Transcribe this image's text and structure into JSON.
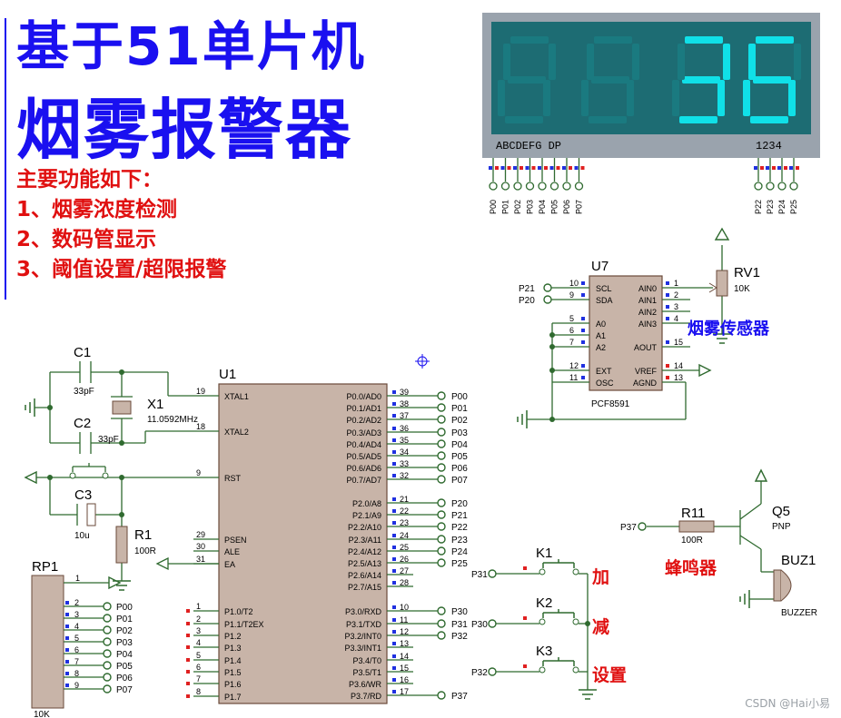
{
  "title": {
    "line1": "基于51单片机",
    "line2": "烟雾报警器"
  },
  "features": {
    "heading": "主要功能如下：",
    "items": [
      "1、烟雾浓度检测",
      "2、数码管显示",
      "3、阈值设置/超限报警"
    ]
  },
  "display": {
    "digits": [
      "",
      "",
      "3",
      "6"
    ],
    "segment_label": "ABCDEFG DP",
    "digit_label": "1234",
    "segment_pins": [
      "P00",
      "P01",
      "P02",
      "P03",
      "P04",
      "P05",
      "P06",
      "P07"
    ],
    "digit_pins": [
      "P22",
      "P23",
      "P24",
      "P25"
    ],
    "color_on": "#10e0e8",
    "color_off": "#1a7a80",
    "bg": "#1d6c73"
  },
  "adc": {
    "ref": "U7",
    "part": "PCF8591",
    "left_pins": [
      {
        "num": "10",
        "name": "SCL",
        "net": "P21"
      },
      {
        "num": "9",
        "name": "SDA",
        "net": "P20"
      },
      {
        "num": "5",
        "name": "A0",
        "net": ""
      },
      {
        "num": "6",
        "name": "A1",
        "net": ""
      },
      {
        "num": "7",
        "name": "A2",
        "net": ""
      },
      {
        "num": "12",
        "name": "EXT",
        "net": ""
      },
      {
        "num": "11",
        "name": "OSC",
        "net": ""
      }
    ],
    "right_pins": [
      {
        "num": "1",
        "name": "AIN0"
      },
      {
        "num": "2",
        "name": "AIN1"
      },
      {
        "num": "3",
        "name": "AIN2"
      },
      {
        "num": "4",
        "name": "AIN3"
      },
      {
        "num": "15",
        "name": "AOUT"
      },
      {
        "num": "14",
        "name": "VREF"
      },
      {
        "num": "13",
        "name": "AGND"
      }
    ]
  },
  "pot": {
    "ref": "RV1",
    "value": "10K",
    "caption": "烟雾传感器"
  },
  "mcu": {
    "ref": "U1",
    "left_pins": [
      {
        "num": "19",
        "name": "XTAL1"
      },
      {
        "num": "18",
        "name": "XTAL2"
      },
      {
        "num": "9",
        "name": "RST"
      },
      {
        "num": "29",
        "name": "PSEN"
      },
      {
        "num": "30",
        "name": "ALE"
      },
      {
        "num": "31",
        "name": "EA"
      },
      {
        "num": "1",
        "name": "P1.0/T2"
      },
      {
        "num": "2",
        "name": "P1.1/T2EX"
      },
      {
        "num": "3",
        "name": "P1.2"
      },
      {
        "num": "4",
        "name": "P1.3"
      },
      {
        "num": "5",
        "name": "P1.4"
      },
      {
        "num": "6",
        "name": "P1.5"
      },
      {
        "num": "7",
        "name": "P1.6"
      },
      {
        "num": "8",
        "name": "P1.7"
      }
    ],
    "right_pins_p0": [
      {
        "num": "39",
        "name": "P0.0/AD0",
        "net": "P00"
      },
      {
        "num": "38",
        "name": "P0.1/AD1",
        "net": "P01"
      },
      {
        "num": "37",
        "name": "P0.2/AD2",
        "net": "P02"
      },
      {
        "num": "36",
        "name": "P0.3/AD3",
        "net": "P03"
      },
      {
        "num": "35",
        "name": "P0.4/AD4",
        "net": "P04"
      },
      {
        "num": "34",
        "name": "P0.5/AD5",
        "net": "P05"
      },
      {
        "num": "33",
        "name": "P0.6/AD6",
        "net": "P06"
      },
      {
        "num": "32",
        "name": "P0.7/AD7",
        "net": "P07"
      }
    ],
    "right_pins_p2": [
      {
        "num": "21",
        "name": "P2.0/A8",
        "net": "P20"
      },
      {
        "num": "22",
        "name": "P2.1/A9",
        "net": "P21"
      },
      {
        "num": "23",
        "name": "P2.2/A10",
        "net": "P22"
      },
      {
        "num": "24",
        "name": "P2.3/A11",
        "net": "P23"
      },
      {
        "num": "25",
        "name": "P2.4/A12",
        "net": "P24"
      },
      {
        "num": "26",
        "name": "P2.5/A13",
        "net": "P25"
      },
      {
        "num": "27",
        "name": "P2.6/A14",
        "net": ""
      },
      {
        "num": "28",
        "name": "P2.7/A15",
        "net": ""
      }
    ],
    "right_pins_p3": [
      {
        "num": "10",
        "name": "P3.0/RXD",
        "net": "P30"
      },
      {
        "num": "11",
        "name": "P3.1/TXD",
        "net": "P31"
      },
      {
        "num": "12",
        "name": "P3.2/INT0",
        "net": "P32"
      },
      {
        "num": "13",
        "name": "P3.3/INT1",
        "net": ""
      },
      {
        "num": "14",
        "name": "P3.4/T0",
        "net": ""
      },
      {
        "num": "15",
        "name": "P3.5/T1",
        "net": ""
      },
      {
        "num": "16",
        "name": "P3.6/WR",
        "net": ""
      },
      {
        "num": "17",
        "name": "P3.7/RD",
        "net": "P37"
      }
    ]
  },
  "osc": {
    "c1": {
      "ref": "C1",
      "value": "33pF"
    },
    "c2": {
      "ref": "C2",
      "value": "33pF"
    },
    "x1": {
      "ref": "X1",
      "value": "11.0592MHz"
    }
  },
  "reset": {
    "c3": {
      "ref": "C3",
      "value": "10u"
    },
    "r1": {
      "ref": "R1",
      "value": "100R"
    }
  },
  "rp1": {
    "ref": "RP1",
    "value": "10K",
    "pins": [
      {
        "num": "2",
        "net": "P00"
      },
      {
        "num": "3",
        "net": "P01"
      },
      {
        "num": "4",
        "net": "P02"
      },
      {
        "num": "5",
        "net": "P03"
      },
      {
        "num": "6",
        "net": "P04"
      },
      {
        "num": "7",
        "net": "P05"
      },
      {
        "num": "8",
        "net": "P06"
      },
      {
        "num": "9",
        "net": "P07"
      }
    ],
    "pin1": "1"
  },
  "buttons": [
    {
      "ref": "K1",
      "net": "P31",
      "caption": "加"
    },
    {
      "ref": "K2",
      "net": "P30",
      "caption": "减"
    },
    {
      "ref": "K3",
      "net": "P32",
      "caption": "设置"
    }
  ],
  "buzzer": {
    "r11": {
      "ref": "R11",
      "value": "100R",
      "net": "P37"
    },
    "q5": {
      "ref": "Q5",
      "type": "PNP"
    },
    "buz": {
      "ref": "BUZ1",
      "type": "BUZZER"
    },
    "caption": "蜂鸣器"
  },
  "watermark": "CSDN @Hai小易"
}
